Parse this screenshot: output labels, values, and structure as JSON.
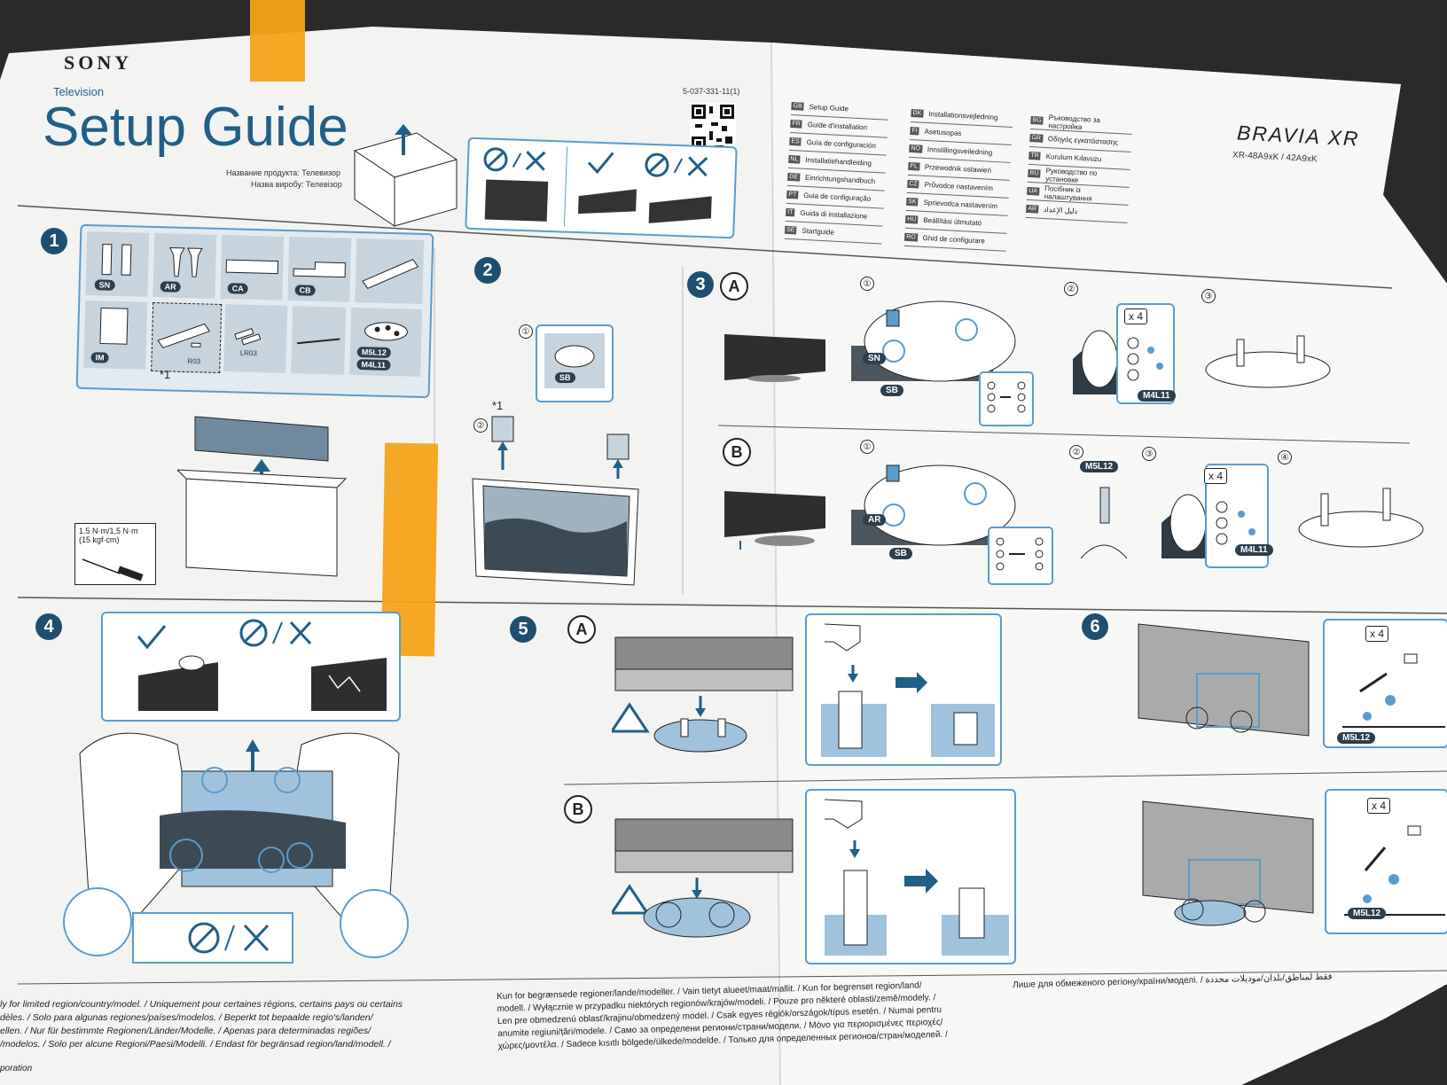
{
  "header": {
    "brand": "SONY",
    "category": "Television",
    "title": "Setup Guide",
    "product_name_ru": "Название продукта: Телевизор",
    "product_name_ua": "Назва виробу: Телевізор",
    "doc_number": "5-037-331-11(1)",
    "series": "BRAVIA XR",
    "models": "XR-48A9xK / 42A9xK"
  },
  "languages": {
    "col1": [
      {
        "code": "GB",
        "label": "Setup Guide"
      },
      {
        "code": "FR",
        "label": "Guide d'installation"
      },
      {
        "code": "ES",
        "label": "Guía de configuración"
      },
      {
        "code": "NL",
        "label": "Installatiehandleiding"
      },
      {
        "code": "DE",
        "label": "Einrichtungshandbuch"
      },
      {
        "code": "PT",
        "label": "Guia de configuração"
      },
      {
        "code": "IT",
        "label": "Guida di installazione"
      },
      {
        "code": "SE",
        "label": "Startguide"
      }
    ],
    "col2": [
      {
        "code": "DK",
        "label": "Installationsvejledning"
      },
      {
        "code": "FI",
        "label": "Asetusopas"
      },
      {
        "code": "NO",
        "label": "Innstillingsveiledning"
      },
      {
        "code": "PL",
        "label": "Przewodnik ustawień"
      },
      {
        "code": "CZ",
        "label": "Průvodce nastavením"
      },
      {
        "code": "SK",
        "label": "Sprievodca nastavením"
      },
      {
        "code": "HU",
        "label": "Beállítási útmutató"
      },
      {
        "code": "RO",
        "label": "Ghid de configurare"
      }
    ],
    "col3": [
      {
        "code": "BG",
        "label": "Ръководство за настройка"
      },
      {
        "code": "GR",
        "label": "Οδηγός εγκατάστασης"
      },
      {
        "code": "TR",
        "label": "Kurulum Kılavuzu"
      },
      {
        "code": "RU",
        "label": "Руководство по установке"
      },
      {
        "code": "UA",
        "label": "Посібник із налаштування"
      },
      {
        "code": "AR",
        "label": "دليل الإعداد"
      }
    ]
  },
  "steps": {
    "s1": "1",
    "s2": "2",
    "s3": "3",
    "s4": "4",
    "s5": "5",
    "s6": "6",
    "a": "A",
    "b": "B",
    "sub1": "①",
    "sub2": "②",
    "sub3": "③",
    "sub4": "④"
  },
  "parts": {
    "sn": "SN",
    "ar": "AR",
    "ca": "CA",
    "cb": "CB",
    "im": "IM",
    "r03": "R03",
    "lr03": "LR03",
    "m5l12": "M5L12",
    "m4l11": "M4L11",
    "sb": "SB",
    "star1": "*1"
  },
  "torque": "1.5 N·m/1,5 N·m\n(15 kgf·cm)",
  "screw_count": "x 4",
  "footer": {
    "col1": [
      "ly for limited region/country/model. / Uniquement pour certaines régions, certains pays ou certains",
      "dèles. / Solo para algunas regiones/países/modelos. / Beperkt tot bepaalde regio's/landen/",
      "ellen. / Nur für bestimmte Regionen/Länder/Modelle. / Apenas para determinadas regiões/",
      "/modelos. / Solo per alcune Regioni/Paesi/Modelli. / Endast för begränsad region/land/modell. /"
    ],
    "col2": [
      "Kun for begrænsede regioner/lande/modeller. / Vain tietyt alueet/maat/mallit. / Kun for begrenset region/land/",
      "modell. / Wyłącznie w przypadku niektórych regionów/krajów/modeli. / Pouze pro některé oblasti/země/modely. /",
      "Len pre obmedzenú oblasť/krajinu/obmedzený model. / Csak egyes régiók/országok/típus esetén. / Numai pentru",
      "anumite regiuni/țări/modele. / Само за определени региони/страни/модели. / Μόνο για περιορισμένες περιοχές/",
      "χώρες/μοντέλα. / Sadece kısıtlı bölgede/ülkede/modelde. / Только для определенных регионов/стран/моделей. /"
    ],
    "col3": "Лише для обмеженого регіону/країни/моделі. / فقط لمناطق/بلدان/موديلات محددة",
    "corp": "poration"
  },
  "colors": {
    "accent": "#1f5f88",
    "panel_border": "#5a9ccc",
    "tape": "#f4a31a",
    "part_bg": "#c7d4de"
  }
}
